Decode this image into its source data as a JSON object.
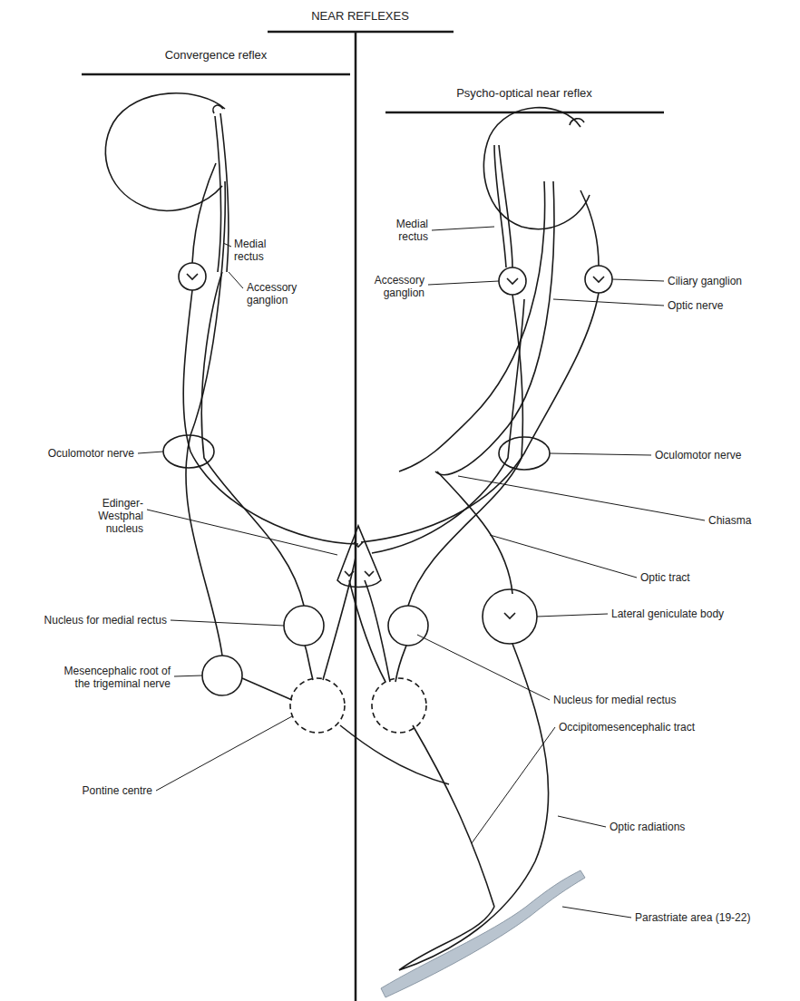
{
  "diagram": {
    "title": "NEAR REFLEXES",
    "labels": [
      "Convergence reflex",
      "Psycho-optical near reflex",
      "Medial rectus",
      "Accessory ganglion",
      "Oculomotor nerve",
      "Edinger-Westphal nucleus",
      "Nucleus for medial rectus",
      "Mesencephalic root of the trigeminal nerve",
      "Pontine centre",
      "Medial rectus",
      "Accessory ganglion",
      "Ciliary ganglion",
      "Optic nerve",
      "Oculomotor nerve",
      "Chiasma",
      "Optic tract",
      "Lateral geniculate body",
      "Nucleus for medial rectus",
      "Occipitomesencephalic tract",
      "Optic radiations",
      "Parastriate area (19-22)"
    ]
  }
}
